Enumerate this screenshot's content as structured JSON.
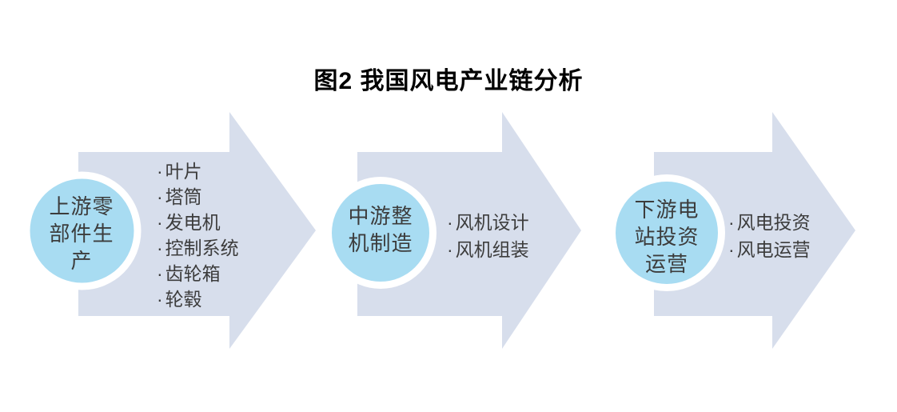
{
  "title": "图2  我国风电产业链分析",
  "bullet_char": "·",
  "colors": {
    "arrow_fill": "#D7DEEC",
    "circle_fill": "#A8DCF2",
    "circle_ring": "#FFFFFF",
    "text": "#3C3C3C",
    "title": "#000000",
    "background": "#FFFFFF"
  },
  "stages": [
    {
      "circle_lines": [
        "上游零",
        "部件生",
        "产"
      ],
      "items": [
        "叶片",
        "塔筒",
        "发电机",
        "控制系统",
        "齿轮箱",
        "轮毂"
      ]
    },
    {
      "circle_lines": [
        "中游整",
        "机制造"
      ],
      "items": [
        "风机设计",
        "风机组装"
      ]
    },
    {
      "circle_lines": [
        "下游电",
        "站投资",
        "运营"
      ],
      "items": [
        "风电投资",
        "风电运营"
      ]
    }
  ]
}
